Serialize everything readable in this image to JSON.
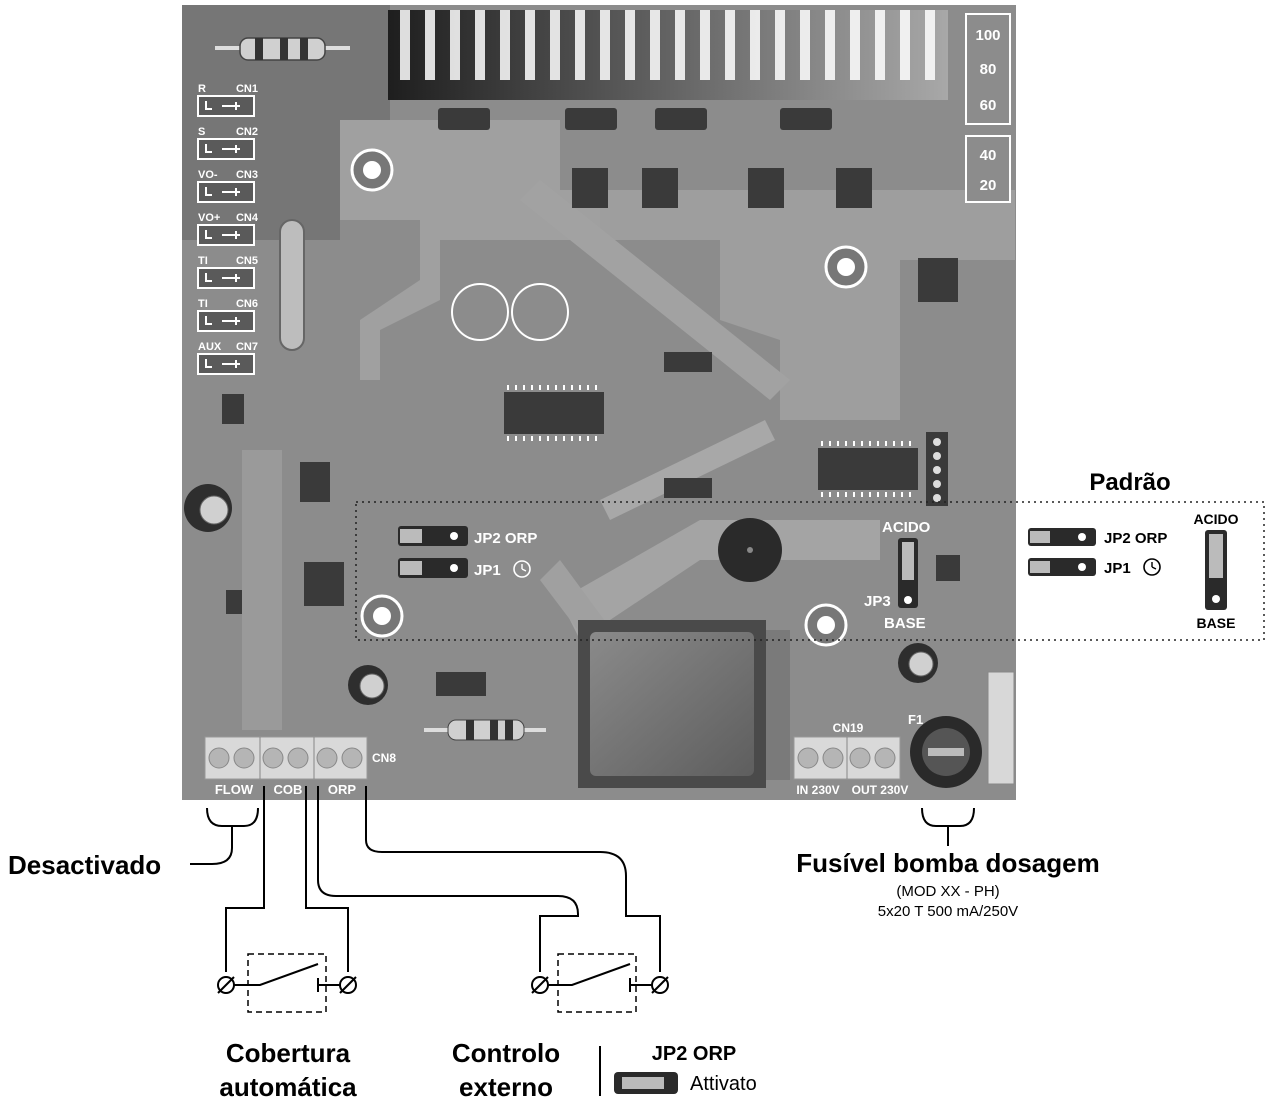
{
  "scale": [
    "100",
    "80",
    "60",
    "40",
    "20"
  ],
  "cn_labels": [
    {
      "name": "R",
      "cn": "CN1"
    },
    {
      "name": "S",
      "cn": "CN2"
    },
    {
      "name": "VO-",
      "cn": "CN3"
    },
    {
      "name": "VO+",
      "cn": "CN4"
    },
    {
      "name": "TI",
      "cn": "CN5"
    },
    {
      "name": "TI",
      "cn": "CN6"
    },
    {
      "name": "AUX",
      "cn": "CN7"
    }
  ],
  "board": {
    "jp2": "JP2 ORP",
    "jp1": "JP1",
    "jp3": "JP3",
    "acido": "ACIDO",
    "base": "BASE",
    "cn8": "CN8",
    "cn19": "CN19",
    "f1": "F1",
    "flow": "FLOW",
    "cob": "COB",
    "orp": "ORP",
    "in230": "IN 230V",
    "out230": "OUT 230V"
  },
  "padrao": {
    "title": "Padrão",
    "jp2": "JP2 ORP",
    "jp1": "JP1",
    "acido": "ACIDO",
    "base": "BASE"
  },
  "labels": {
    "desactivado": "Desactivado",
    "fusivel_title": "Fusível bomba dosagem",
    "fusivel_mod": "(MOD XX - PH)",
    "fusivel_spec": "5x20 T 500 mA/250V",
    "cobertura_1": "Cobertura",
    "cobertura_2": "automática",
    "controlo_1": "Controlo",
    "controlo_2": "externo",
    "jp2_orp": "JP2 ORP",
    "attivato": "Attivato"
  },
  "colors": {
    "board": "#8a8a8a",
    "board_dark": "#6e6e6e",
    "trace": "#a3a3a3",
    "component": "#3a3a3a",
    "terminal": "#d9d9d9"
  }
}
